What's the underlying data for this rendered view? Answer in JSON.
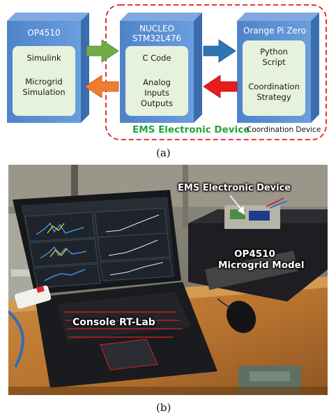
{
  "diagram": {
    "blocks": [
      {
        "title": "OP4510",
        "inner": [
          "Simulink",
          "",
          "Microgrid",
          "Simulation"
        ]
      },
      {
        "title": "NUCLEO\nSTM32L476",
        "inner": [
          "C Code",
          "",
          "Analog",
          "Inputs",
          "Outputs"
        ]
      },
      {
        "title": "Orange Pi Zero",
        "inner": [
          "Python",
          "Script",
          "",
          "Coordination",
          "Strategy"
        ]
      }
    ],
    "ems_label": "EMS Electronic Device",
    "coordination_label": "Coordination Device",
    "caption": "(a)",
    "colors": {
      "box_blue": "#5b8fd4",
      "inner_green": "#e6f2dc",
      "arrow_green": "#70ad47",
      "arrow_orange": "#ed7d31",
      "arrow_blue": "#2e75b6",
      "arrow_red": "#e81c1c",
      "dashed_red": "#e81c1c",
      "ems_green": "#22a33b"
    }
  },
  "photo": {
    "labels": {
      "ems": "EMS Electronic Device",
      "op4510": "OP4510",
      "microgrid": "Microgrid Model",
      "console": "Console RT-Lab"
    },
    "caption": "(b)"
  }
}
